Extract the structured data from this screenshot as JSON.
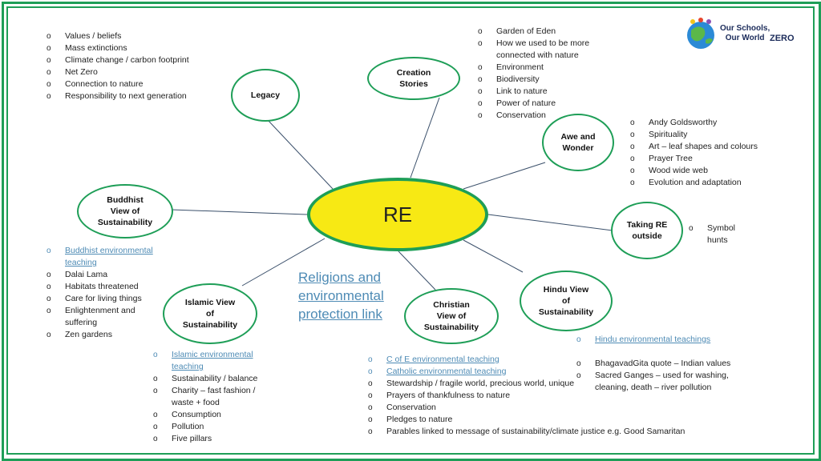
{
  "center": {
    "label": "RE"
  },
  "nodes": {
    "legacy": "Legacy",
    "creation": "Creation\nStories",
    "awe": "Awe and\nWonder",
    "taking_re": "Taking RE\noutside",
    "hindu": "Hindu View\nof\nSustainability",
    "christian": "Christian\nView of\nSustainability",
    "islamic": "Islamic View\nof\nSustainability",
    "buddhist": "Buddhist\nView of\nSustainability"
  },
  "title_link": "Religions and\nenvironmental\nprotection link",
  "logo": {
    "text": "Our Schools,\nOur World",
    "badge": "ZERO"
  },
  "lists": {
    "legacy": [
      "Values / beliefs",
      "Mass extinctions",
      "Climate change / carbon footprint",
      "Net Zero",
      "Connection to nature",
      "Responsibility to next generation"
    ],
    "creation": [
      "Garden of Eden",
      "How we used to be more connected with nature",
      "Environment",
      "Biodiversity",
      "Link to nature",
      "Power of nature",
      "Conservation"
    ],
    "awe": [
      "Andy Goldsworthy",
      "Spirituality",
      "Art – leaf shapes and colours",
      "Prayer Tree",
      "Wood wide web",
      "Evolution and adaptation"
    ],
    "taking_re": [
      "Symbol hunts"
    ],
    "buddhist": [
      "Buddhist environmental teaching",
      "Dalai Lama",
      "Habitats threatened",
      "Care for living things",
      "Enlightenment and suffering",
      "Zen gardens"
    ],
    "islamic": [
      "Islamic environmental teaching",
      "Sustainability / balance",
      "Charity – fast fashion / waste + food",
      "Consumption",
      "Pollution",
      "Five pillars"
    ],
    "christian": [
      "C of E environmental teaching",
      "Catholic environmental teaching",
      "Stewardship / fragile world, precious world, unique",
      "Prayers of thankfulness to nature",
      "Conservation",
      "Pledges to nature",
      "Parables linked to message of sustainability/climate justice e.g. Good Samaritan"
    ],
    "hindu_link": [
      "Hindu environmental teachings"
    ],
    "hindu": [
      "BhagavadGita quote – Indian values",
      "Sacred Ganges – used for washing, cleaning, death – river pollution"
    ]
  },
  "links": {
    "buddhist": [
      0
    ],
    "islamic": [
      0
    ],
    "christian": [
      0,
      1
    ],
    "hindu_link": [
      0
    ]
  }
}
